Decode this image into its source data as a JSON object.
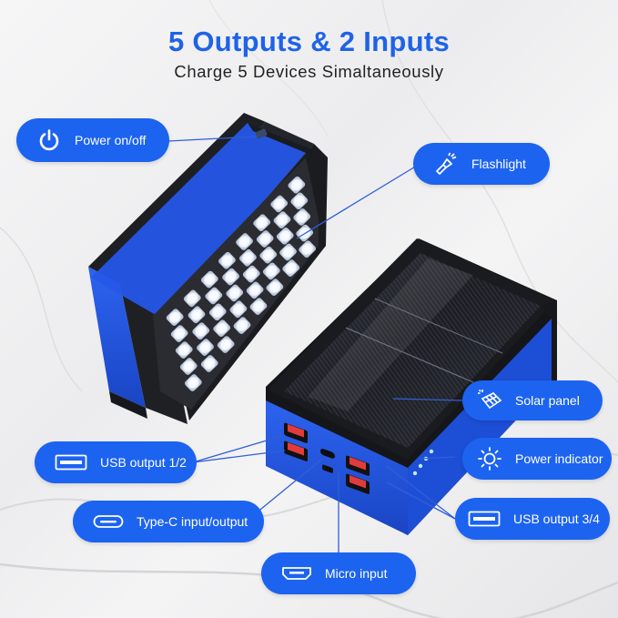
{
  "header": {
    "title": "5 Outputs & 2 Inputs",
    "subtitle": "Charge 5 Devices Simaltaneously"
  },
  "callouts": {
    "power": {
      "label": "Power on/off",
      "icon": "power-icon"
    },
    "flashlight": {
      "label": "Flashlight",
      "icon": "flashlight-icon"
    },
    "solar": {
      "label": "Solar panel",
      "icon": "solar-panel-icon"
    },
    "usb12": {
      "label": "USB output 1/2",
      "icon": "usb-port-icon"
    },
    "indicator": {
      "label": "Power indicator",
      "icon": "sun-indicator-icon"
    },
    "typec": {
      "label": "Type-C input/output",
      "icon": "type-c-port-icon"
    },
    "usb34": {
      "label": "USB output 3/4",
      "icon": "usb-port-icon"
    },
    "micro": {
      "label": "Micro input",
      "icon": "micro-usb-port-icon"
    }
  },
  "colors": {
    "accent": "#1c63f0",
    "title": "#1f63e6",
    "device_blue": "#2457e6",
    "device_black": "#1b1b1d"
  }
}
